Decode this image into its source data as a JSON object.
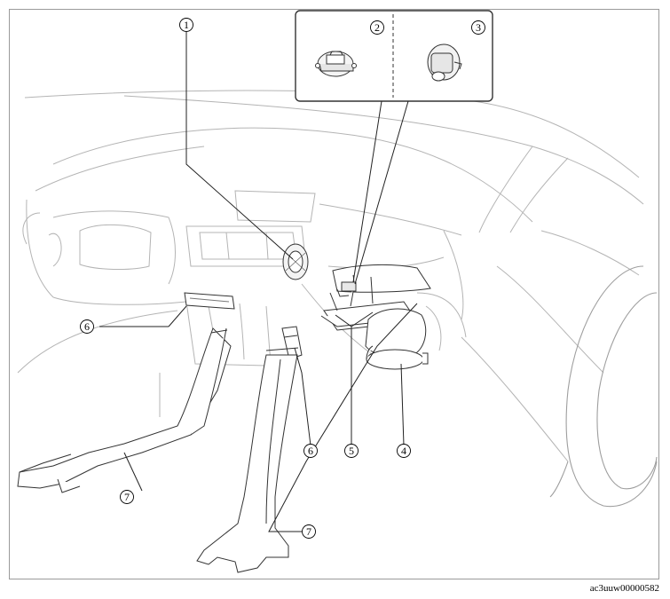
{
  "diagram": {
    "callouts": [
      {
        "id": "c1",
        "label": "1"
      },
      {
        "id": "c2",
        "label": "2"
      },
      {
        "id": "c3",
        "label": "3"
      },
      {
        "id": "c4",
        "label": "4"
      },
      {
        "id": "c5",
        "label": "5"
      },
      {
        "id": "c6a",
        "label": "6"
      },
      {
        "id": "c6b",
        "label": "6"
      },
      {
        "id": "c7a",
        "label": "7"
      },
      {
        "id": "c7b",
        "label": "7"
      }
    ],
    "image_code": "ac3uuw00000582"
  }
}
